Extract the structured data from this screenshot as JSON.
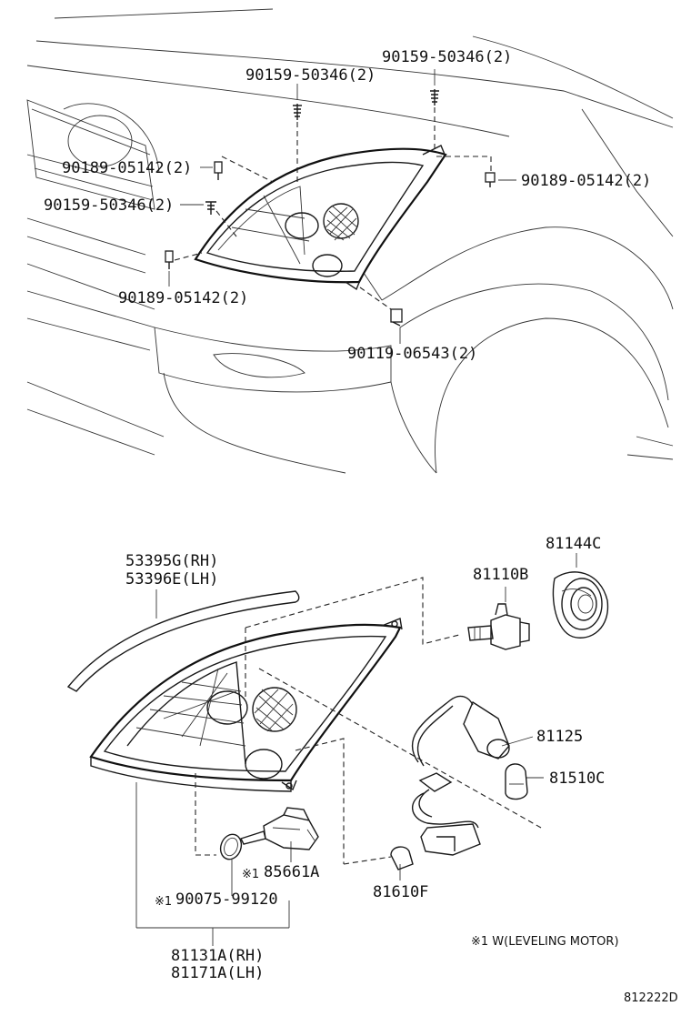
{
  "labels": {
    "top_center_screw": "90159-50346(2)",
    "top_right_screw": "90159-50346(2)",
    "left_bolt_upper": "90189-05142(2)",
    "left_screw": "90159-50346(2)",
    "right_bolt": "90189-05142(2)",
    "left_bolt_lower": "90189-05142(2)",
    "clip_nut": "90119-06543(2)",
    "moulding_rh": "53395G(RH)",
    "moulding_lh": "53396E(LH)",
    "bulb_hb": "81110B",
    "cap": "81144C",
    "socket": "81125",
    "turn_bulb": "81510C",
    "motor_marker": "※1",
    "leveling_motor": "85661A",
    "oring_marker": "※1",
    "oring": "90075-99120",
    "side_bulb": "81610F",
    "unit_rh": "81131A(RH)",
    "unit_lh": "81171A(LH)",
    "footnote": "※1 W(LEVELING MOTOR)",
    "diagram_id": "812222D"
  }
}
